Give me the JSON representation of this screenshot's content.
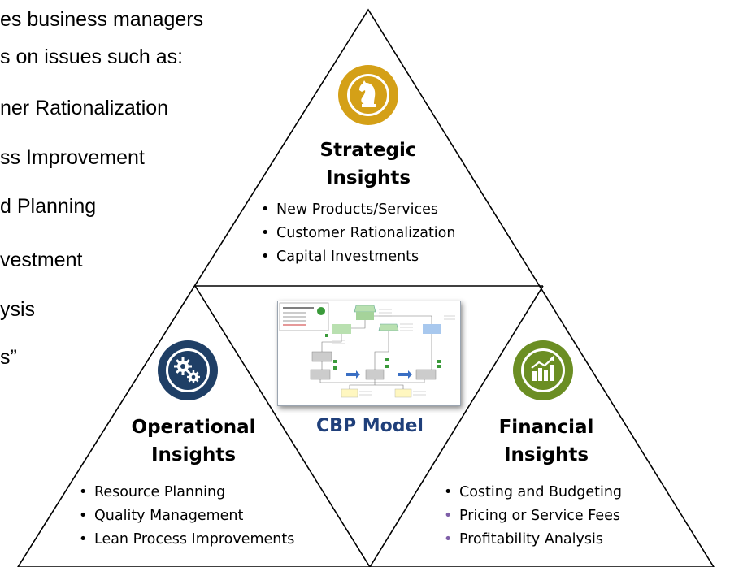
{
  "left_text": [
    "es business managers",
    "s on issues such as:",
    "ner Rationalization",
    "ss Improvement",
    "d Planning",
    "vestment",
    "ysis",
    "s”"
  ],
  "strategic": {
    "heading_line1": "Strategic",
    "heading_line2": "Insights",
    "icon": "chess-knight-icon",
    "color": "#d4a017",
    "items": [
      "New Products/Services",
      "Customer Rationalization",
      "Capital Investments"
    ]
  },
  "operational": {
    "heading_line1": "Operational",
    "heading_line2": "Insights",
    "icon": "gears-icon",
    "color": "#1f3f66",
    "items": [
      "Resource Planning",
      "Quality Management",
      "Lean Process  Improvements"
    ]
  },
  "financial": {
    "heading_line1": "Financial",
    "heading_line2": "Insights",
    "icon": "bar-chart-icon",
    "color": "#6b8e23",
    "items": [
      "Costing and Budgeting",
      "Pricing or Service Fees",
      "Profitability Analysis"
    ]
  },
  "center": {
    "title": "CBP Model",
    "title_color": "#1f3f7a",
    "thumbnail": "cbp-model-diagram-thumbnail"
  }
}
